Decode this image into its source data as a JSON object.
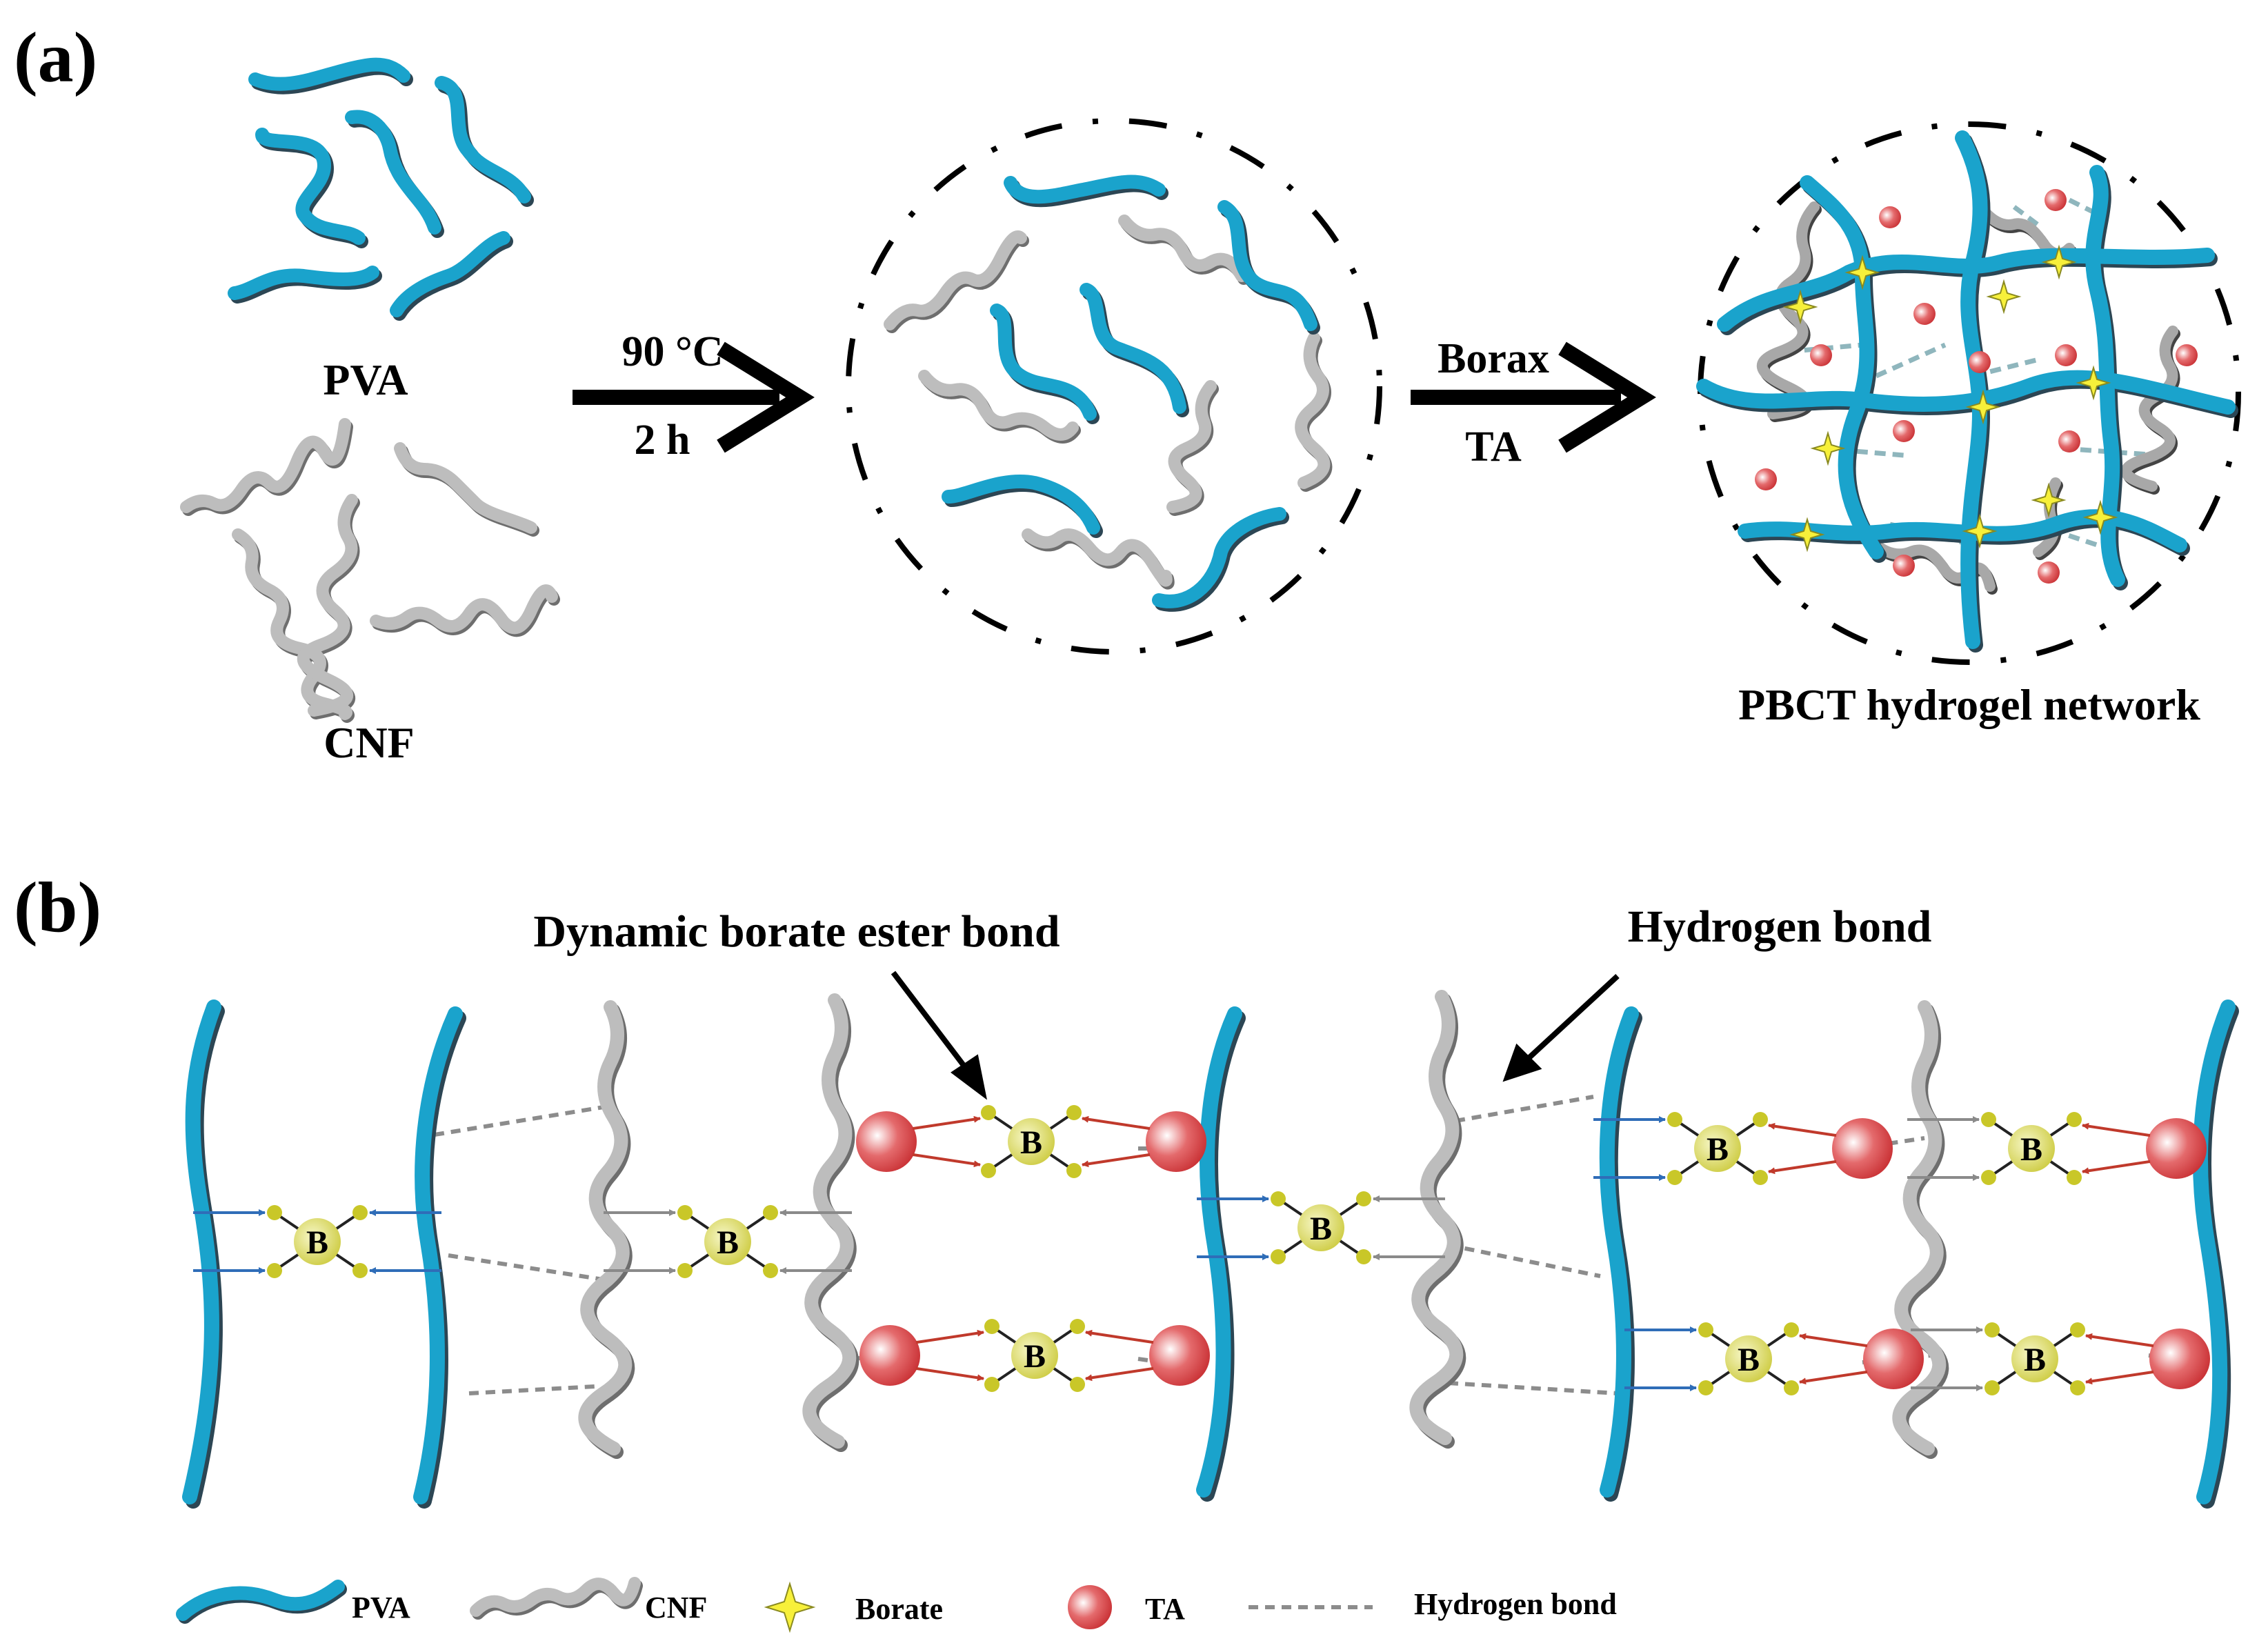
{
  "panel_a": {
    "label": "(a)",
    "pva_label": "PVA",
    "cnf_label": "CNF",
    "step1_top": "90 °C",
    "step1_bottom": "2 h",
    "step2_top": "Borax",
    "step2_bottom": "TA",
    "network_label": "PBCT hydrogel network"
  },
  "panel_b": {
    "label": "(b)",
    "borate_annotation": "Dynamic borate ester bond",
    "hbond_annotation": "Hydrogen bond",
    "boron_symbol": "B"
  },
  "legend": {
    "pva": "PVA",
    "cnf": "CNF",
    "borate": "Borate",
    "ta": "TA",
    "hbond": "Hydrogen bond"
  },
  "colors": {
    "pva": "#1aa3cc",
    "pva_shadow": "#2c4654",
    "cnf": "#bdbdbd",
    "cnf_shadow": "#6e6e6e",
    "borate_star": "#f7f03a",
    "ta": "#d8363a",
    "boron": "#dedc5a",
    "hydroxyl": "#c9c728",
    "arrow_blue": "#2f6db8",
    "arrow_red": "#c0392b",
    "arrow_gray": "#8a8a8a",
    "dash": "#8c8c8c"
  }
}
